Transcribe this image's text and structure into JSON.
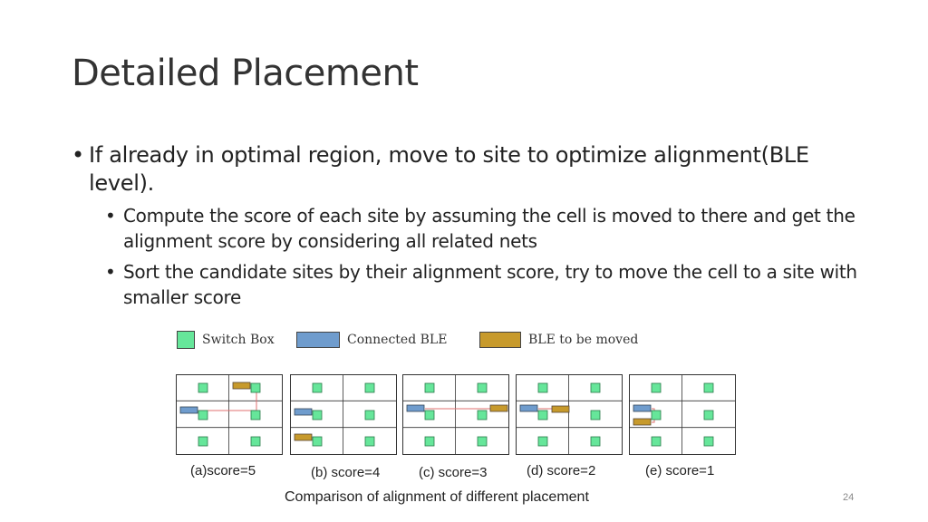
{
  "slide": {
    "title": "Detailed Placement",
    "bullet1": "If already in optimal region, move to site to optimize alignment(BLE level).",
    "sub_bullets": [
      "Compute the score of each site by assuming the cell is moved to there and get the alignment score by considering all related nets",
      "Sort the candidate sites by their alignment score, try to move the cell to a site with smaller score"
    ],
    "legend": {
      "switch_box": "Switch Box",
      "connected_ble": "Connected BLE",
      "ble_to_move": "BLE to be moved"
    },
    "colors": {
      "switch_box": "#66e69a",
      "connected_ble": "#6f9ccd",
      "ble_to_move": "#c79a2c",
      "wire": "#e07070"
    },
    "panel_captions": [
      "(a)score=5",
      "(b) score=4",
      "(c) score=3",
      "(d) score=2",
      "(e) score=1"
    ],
    "figure_caption": "Comparison of alignment of different placement",
    "page_number": "24"
  }
}
